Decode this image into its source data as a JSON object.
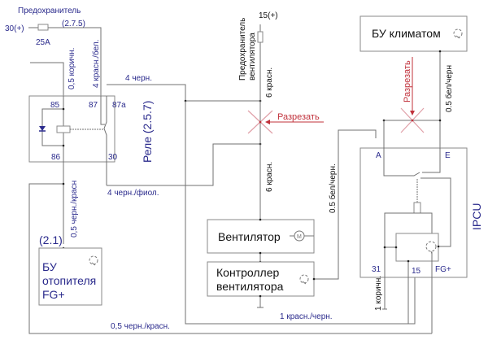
{
  "diagram": {
    "fuse_main": {
      "title": "Предохранитель",
      "ref": "(2.7.5)",
      "terminal": "30(+)",
      "rating": "25A"
    },
    "fuse_fan": {
      "line1": "Предохранитель",
      "line2": "вентилятора",
      "terminal": "15(+)"
    },
    "relay": {
      "title": "Реле (2.5.7)",
      "pins": {
        "p85": "85",
        "p87": "87",
        "p87a": "87a",
        "p86": "86",
        "p30": "30"
      }
    },
    "heater_unit": {
      "ref": "(2.1)",
      "line1": "БУ",
      "line2": "отопителя",
      "line3": "FG+"
    },
    "climate_unit": {
      "label": "БУ климатом"
    },
    "fan": {
      "label": "Вентилятор",
      "motor_symbol": "M"
    },
    "fan_controller": {
      "line1": "Контроллер",
      "line2": "вентилятора"
    },
    "ipcu": {
      "title": "IPCU",
      "pins": {
        "a": "A",
        "e": "E",
        "p31": "31",
        "p15": "15",
        "fg": "FG+"
      }
    },
    "cut_labels": {
      "horizontal": "Разрезать",
      "vertical": "Разрезать"
    },
    "wires": {
      "brown_05": "0,5 коричн.",
      "red_white_4": "4 красн./бел.",
      "black_4": "4 черн.",
      "red_6_top": "6 красн.",
      "red_6_bottom": "6 красн.",
      "black_violet_4": "4 черн./фиол.",
      "black_red_05_vertical": "0,5 черн./красн",
      "white_black_05_left": "0.5 бел/черн.",
      "white_black_05_right": "0.5 бел/черн",
      "brown_1": "1 коричн.",
      "red_black_1": "1 красн./черн.",
      "black_red_05_bottom": "0,5 черн./красн."
    },
    "icons": [
      "fuse-icon",
      "diode-icon",
      "relay-coil-icon",
      "motor-icon",
      "control-unit-icon",
      "ground-icon",
      "cut-mark-icon"
    ]
  }
}
